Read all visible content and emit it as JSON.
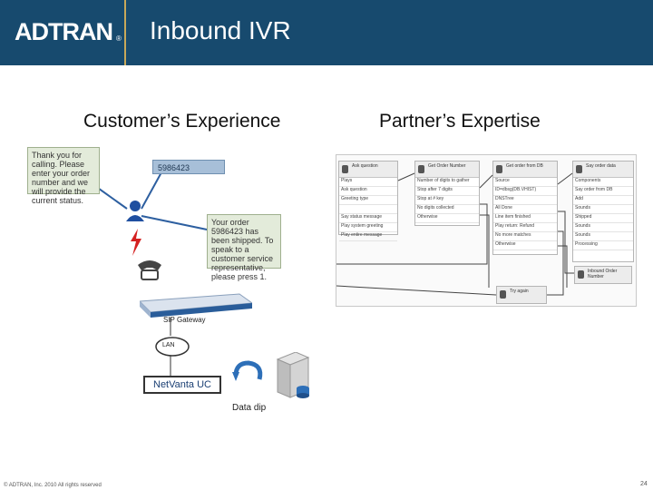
{
  "header": {
    "logo_text": "ADTRAN",
    "logo_mark": "®",
    "title": "Inbound IVR"
  },
  "columns": {
    "left_title": "Customer’s Experience",
    "right_title": "Partner’s Expertise"
  },
  "left_diagram": {
    "bubble1": "Thank you for calling. Please enter your order number and we will provide the current status.",
    "number_entry": "5986423",
    "bubble2": "Your order 5986423 has been shipped. To speak to a customer service representative, please press 1.",
    "gateway_label": "SIP Gateway",
    "lan_label": "LAN",
    "server_label": "NetVanta UC",
    "datadip_label": "Data dip"
  },
  "right_diagram": {
    "nodes": [
      {
        "title": "Ask question",
        "rows": [
          "Plays",
          "Ask question",
          "Greeting type",
          "",
          "Say status message",
          "Play system greeting",
          "Play entire message"
        ]
      },
      {
        "title": "Get Order Number",
        "rows": [
          "Number of digits to gather",
          "Stop after 7 digits",
          "Stop at # key",
          "No digits collected",
          "Otherwise"
        ]
      },
      {
        "title": "Get order from DB",
        "rows": [
          "Source",
          "ID=dbsg(DB.VHIST)",
          "DNSTree",
          "All Done",
          "Line item finished",
          "Play return: Refund",
          "No more matches",
          "Otherwise"
        ]
      },
      {
        "title": "Say order data",
        "rows": [
          "Components",
          "Say order from DB",
          "Add",
          "Sounds",
          "Shipped",
          "Sounds",
          "Sounds",
          "Processing"
        ]
      }
    ],
    "try_again": "Try again",
    "bottom_node": "Inbound Order Number"
  },
  "footer": {
    "copyright": "© ADTRAN, Inc. 2010 All rights reserved",
    "page_number": "24"
  },
  "colors": {
    "header_bg": "#174a6e",
    "accent_line": "#c8a85a",
    "bubble_bg": "#e3ebda",
    "number_box_bg": "#a7bfd8"
  }
}
